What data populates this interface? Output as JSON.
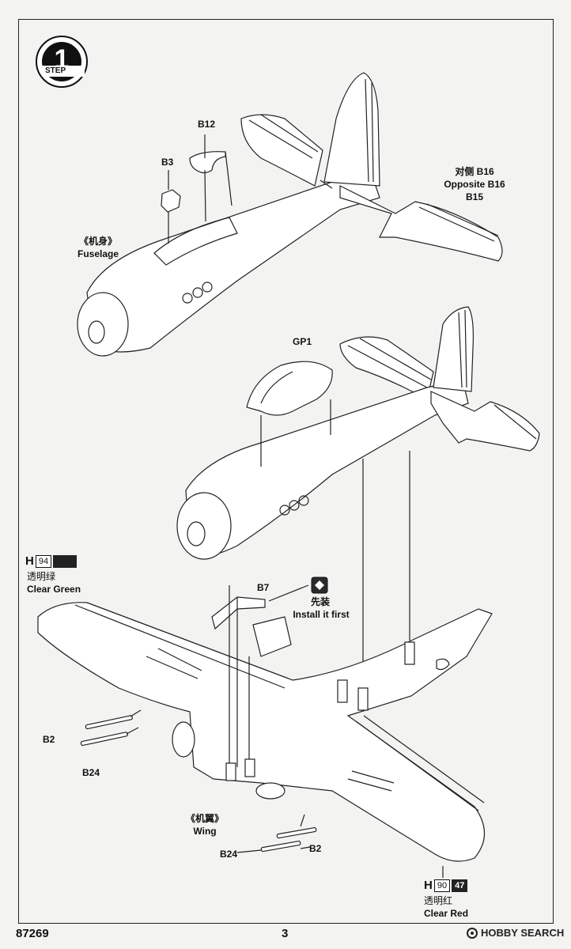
{
  "step": {
    "number": "1",
    "label": "STEP"
  },
  "labels": {
    "b12": "B12",
    "b3": "B3",
    "fuselage_cn": "《机身》",
    "fuselage_en": "Fuselage",
    "opposite_cn": "对侧 B16",
    "opposite_en": "Opposite B16",
    "b15": "B15",
    "gp1": "GP1",
    "b7": "B7",
    "install_cn": "先装",
    "install_en": "Install it first",
    "b2_left": "B2",
    "b24_left": "B24",
    "wing_cn": "《机翼》",
    "wing_en": "Wing",
    "b24_bottom": "B24",
    "b2_bottom": "B2"
  },
  "paints": {
    "green": {
      "h": "H",
      "code": "94",
      "cn": "透明绿",
      "en": "Clear Green"
    },
    "red": {
      "h": "H",
      "code": "90",
      "code2": "47",
      "cn": "透明红",
      "en": "Clear Red"
    }
  },
  "footer": {
    "kit_number": "87269",
    "page": "3",
    "logo": "HOBBY SEARCH"
  }
}
